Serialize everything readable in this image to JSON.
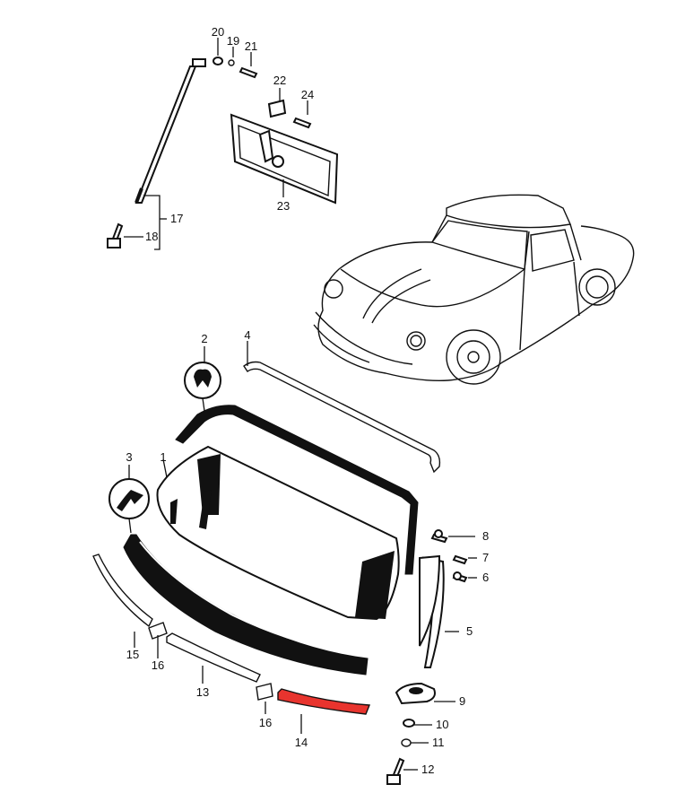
{
  "diagram": {
    "part_labels": [
      "1",
      "2",
      "3",
      "4",
      "5",
      "6",
      "7",
      "8",
      "9",
      "10",
      "11",
      "12",
      "13",
      "14",
      "15",
      "16",
      "16",
      "17",
      "18",
      "19",
      "20",
      "21",
      "22",
      "23",
      "24"
    ],
    "highlighted_part": "14",
    "highlight_color": "#e8342e",
    "line_color": "#111111",
    "background": "#ffffff"
  }
}
